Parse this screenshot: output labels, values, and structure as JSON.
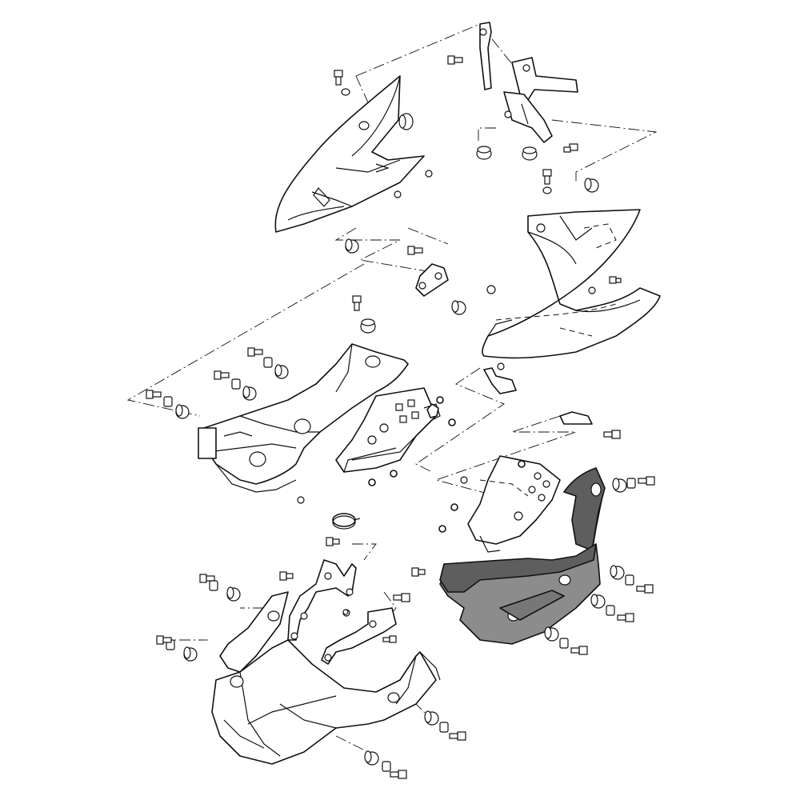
{
  "diagram": {
    "kind": "exploded-parts-view",
    "colors": {
      "line": "#111111",
      "background": "#ffffff",
      "shaded_part": "#8c8c8c",
      "shaded_part_dark": "#5e5e5e"
    },
    "components": [
      "upper-left-cowl-panel",
      "upper-right-cowl-panel",
      "left-inner-duct-panel",
      "center-inner-bracket-panel",
      "right-inner-bracket-panel",
      "right-side-cover-shaded",
      "lower-cowl",
      "upper-stay-bracket",
      "lower-stay-bracket"
    ]
  }
}
